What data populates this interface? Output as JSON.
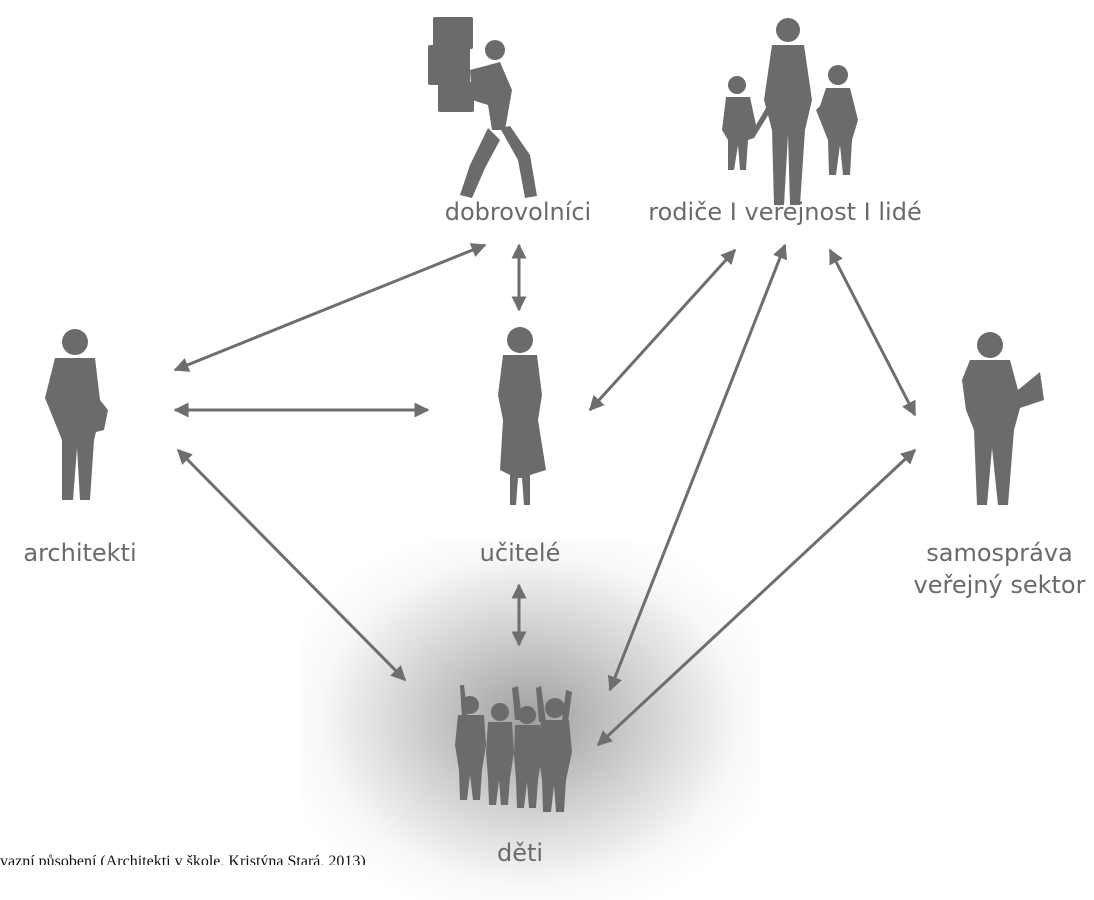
{
  "nodes": {
    "dobrovolnici": "dobrovolníci",
    "rodice": "rodiče I veřejnost I lidé",
    "architekti": "architekti",
    "ucitele": "učitelé",
    "samosprava_line1": "samospráva",
    "samosprava_line2": "veřejný sektor",
    "deti": "děti"
  },
  "caption": "vazní působení (Architekti v škole, Kristýna Stará, 2013)",
  "colors": {
    "silhouette": "#6b6b6b",
    "arrow": "#6e6e6e",
    "label": "#6a6a6a"
  }
}
